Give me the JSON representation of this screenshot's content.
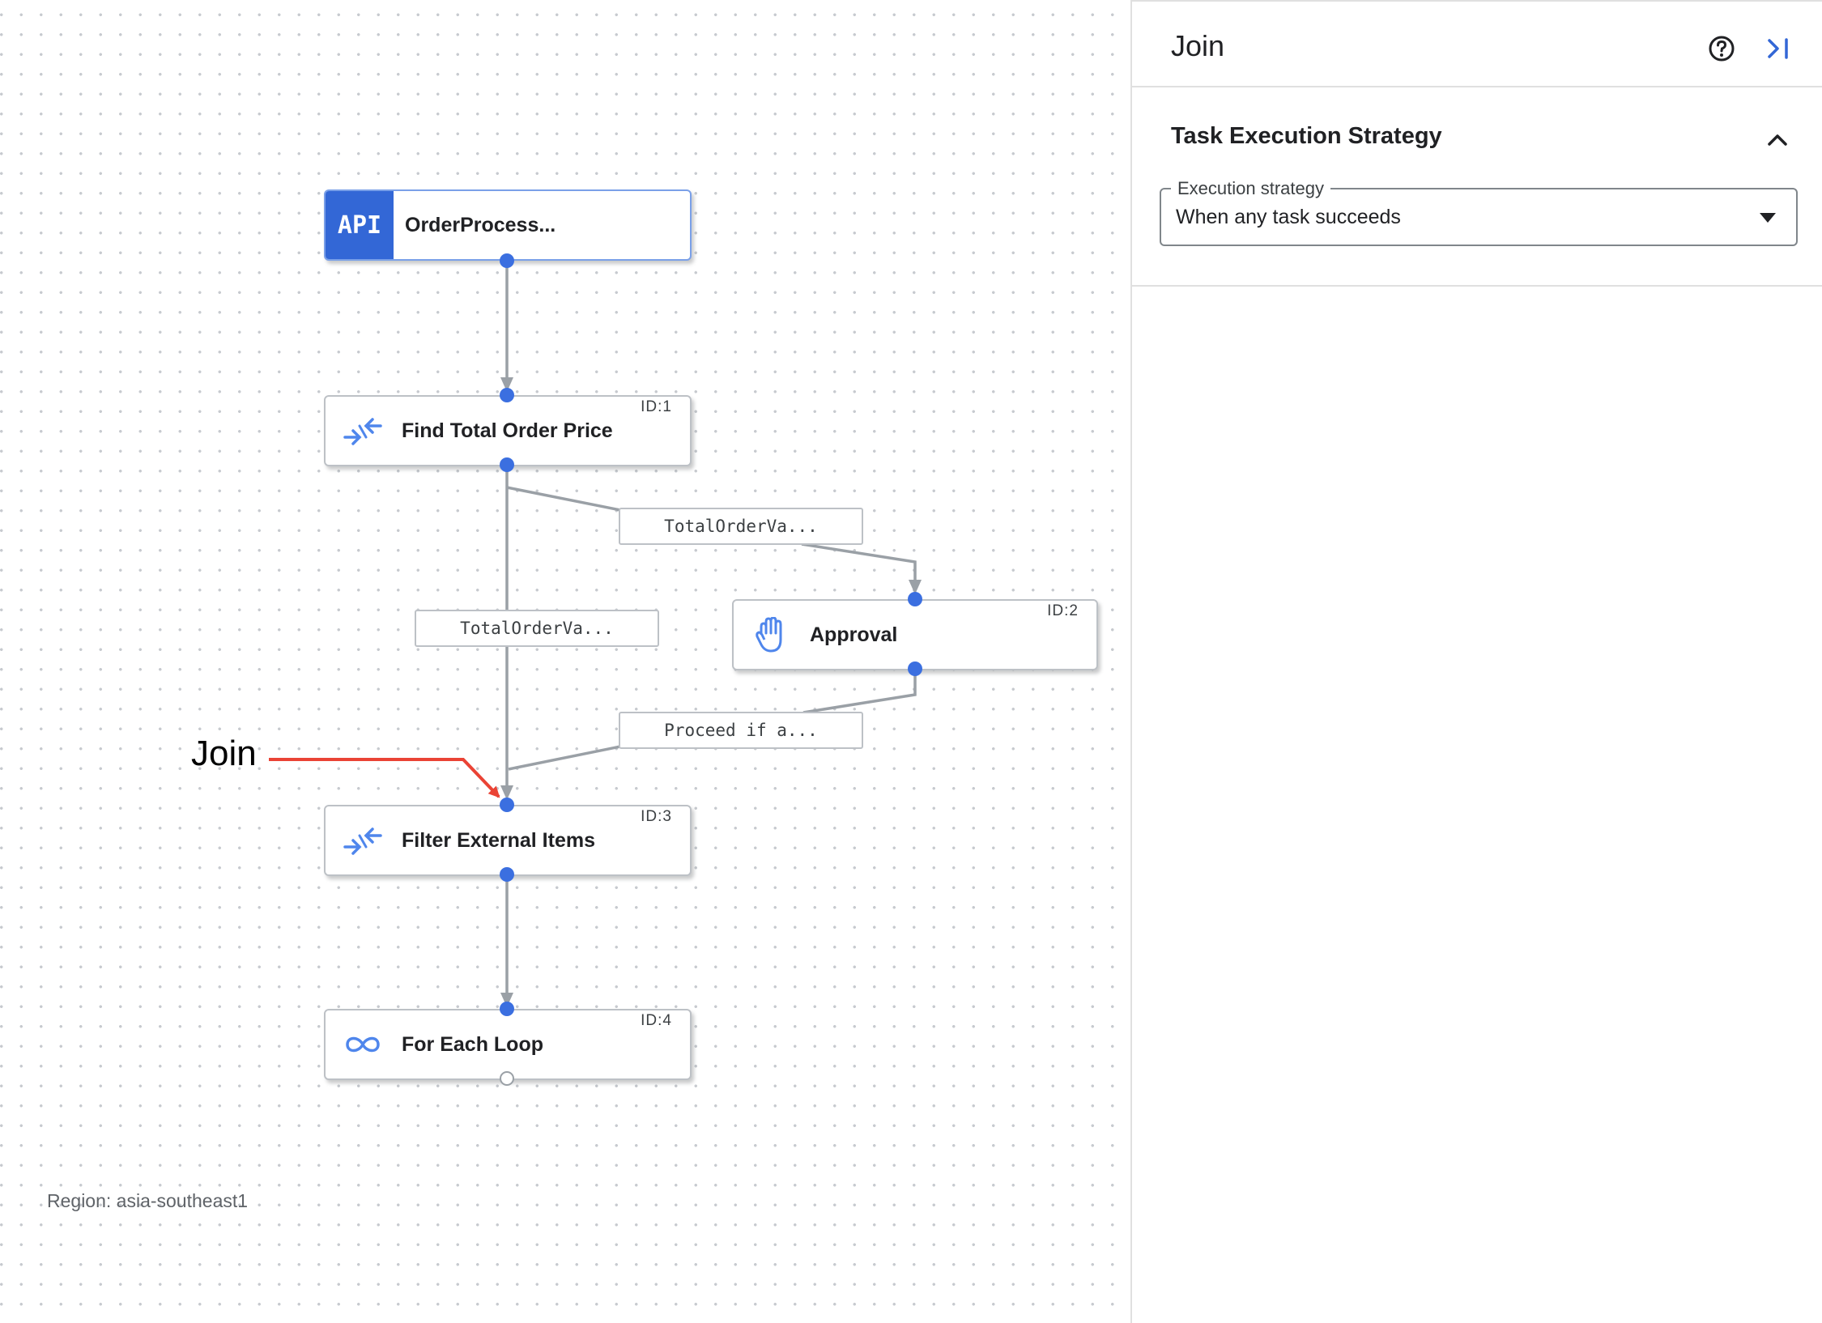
{
  "canvas": {
    "nodes": {
      "api_trigger": {
        "badge": "API",
        "title": "OrderProcess..."
      },
      "find_total": {
        "title": "Find Total Order Price",
        "id_label": "ID:1",
        "icon": "data-mapping-icon"
      },
      "approval": {
        "title": "Approval",
        "id_label": "ID:2",
        "icon": "hand-icon"
      },
      "filter_external": {
        "title": "Filter External Items",
        "id_label": "ID:3",
        "icon": "data-mapping-icon"
      },
      "for_each": {
        "title": "For Each Loop",
        "id_label": "ID:4",
        "icon": "infinity-icon"
      }
    },
    "edge_labels": {
      "total_to_approval": "TotalOrderVa...",
      "total_to_filter": "TotalOrderVa...",
      "approval_to_filter": "Proceed if a..."
    },
    "annotation": {
      "text": "Join",
      "color": "#ea4335"
    },
    "region": "Region: asia-southeast1"
  },
  "panel": {
    "title": "Join",
    "section_title": "Task Execution Strategy",
    "field_label": "Execution strategy",
    "field_value": "When any task succeeds"
  },
  "colors": {
    "accent": "#3367d6",
    "port": "#3b6fe0",
    "edge": "#9aa0a6",
    "annotation": "#ea4335"
  }
}
